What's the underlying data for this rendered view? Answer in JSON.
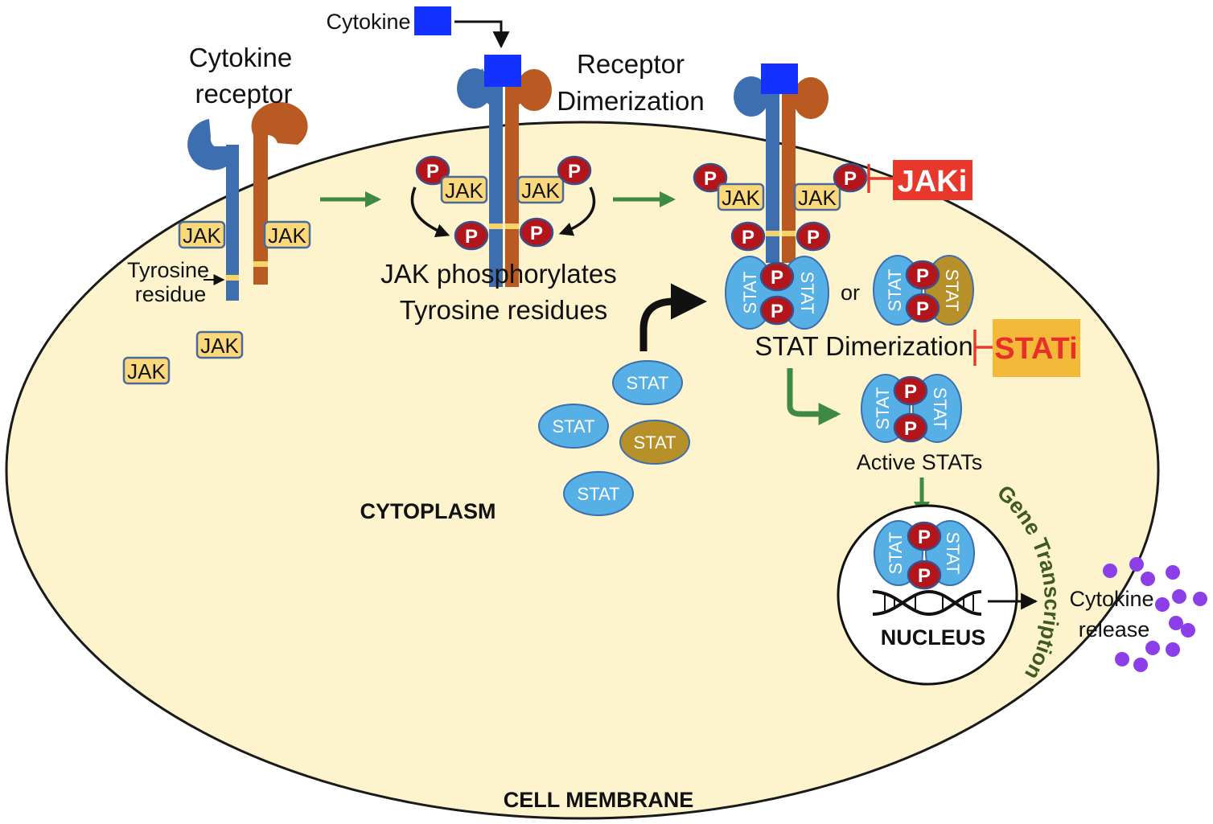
{
  "labels": {
    "cytokine_top": "Cytokine",
    "cytokine_receptor_1": "Cytokine",
    "cytokine_receptor_2": "receptor",
    "receptor_dim_1": "Receptor",
    "receptor_dim_2": "Dimerization",
    "tyrosine_1": "Tyrosine",
    "tyrosine_2": "residue",
    "jak_phos_1": "JAK phosphorylates",
    "jak_phos_2": "Tyrosine residues",
    "or": "or",
    "stat_dimerization": "STAT Dimerization",
    "active_stats": "Active STATs",
    "cytoplasm": "CYTOPLASM",
    "nucleus": "NUCLEUS",
    "gene_transcription": "Gene Transcription",
    "cytokine_release_1": "Cytokine",
    "cytokine_release_2": "release",
    "cell_membrane": "CELL MEMBRANE"
  },
  "tokens": {
    "jak": "JAK",
    "p": "P",
    "stat": "STAT"
  },
  "inhibitors": {
    "jaki": "JAKi",
    "stati": "STATi"
  },
  "colors": {
    "cytoplasm_fill": "#fdf3cc",
    "membrane_stroke": "#1a1a1a",
    "receptor_blue": "#3d6fb0",
    "receptor_orange": "#b85a22",
    "cytokine": "#1432ff",
    "jak_fill": "#fbd87a",
    "jak_border": "#4a6a9a",
    "tyrosine": "#f5d36b",
    "p_fill": "#b3161a",
    "stat_blue": "#56b0e6",
    "stat_gold": "#b8902a",
    "green_arrow": "#3e8a43",
    "jaki_bg": "#e8382c",
    "stati_bg": "#f5b93a",
    "stati_text": "#e8302a",
    "inhibit_red": "#e43b2e",
    "gene_text": "#3e5a21",
    "cytokine_dots": "#8c3fe8"
  }
}
